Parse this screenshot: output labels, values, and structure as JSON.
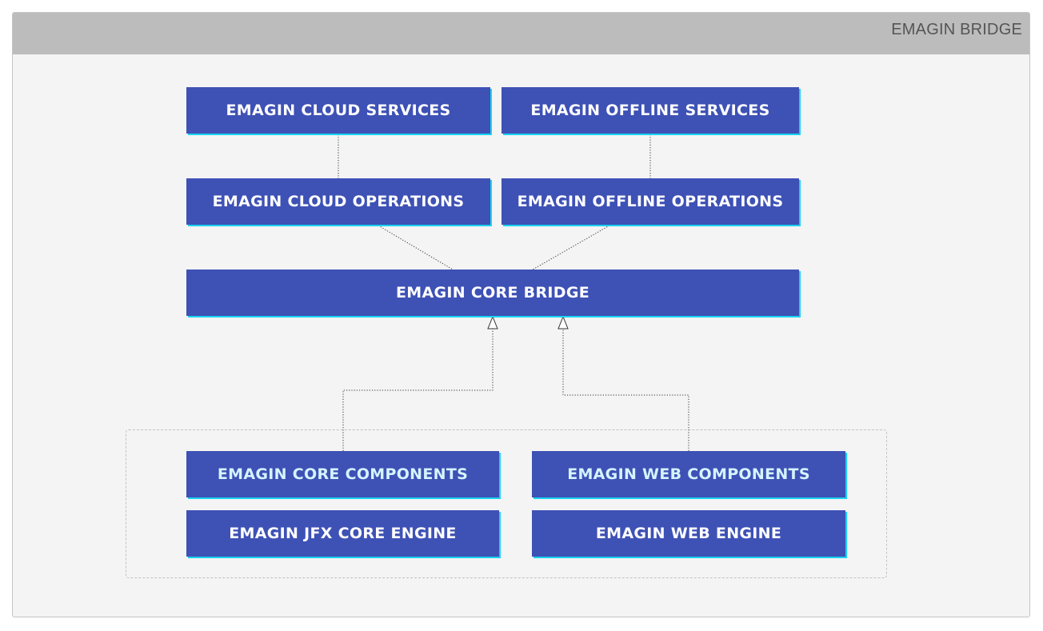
{
  "header": {
    "title": "EMAGIN BRIDGE"
  },
  "nodes": {
    "cloud_services": "EMAGIN CLOUD SERVICES",
    "offline_services": "EMAGIN OFFLINE SERVICES",
    "cloud_operations": "EMAGIN CLOUD OPERATIONS",
    "offline_operations": "EMAGIN OFFLINE OPERATIONS",
    "core_bridge": "EMAGIN CORE BRIDGE",
    "core_components": "EMAGIN CORE COMPONENTS",
    "web_components": "EMAGIN WEB COMPONENTS",
    "jfx_core_engine": "EMAGIN JFX CORE ENGINE",
    "web_engine": "EMAGIN WEB ENGINE"
  },
  "connections": [
    {
      "from": "EMAGIN CLOUD SERVICES",
      "to": "EMAGIN CLOUD OPERATIONS",
      "style": "dotted"
    },
    {
      "from": "EMAGIN OFFLINE SERVICES",
      "to": "EMAGIN OFFLINE OPERATIONS",
      "style": "dotted"
    },
    {
      "from": "EMAGIN CLOUD OPERATIONS",
      "to": "EMAGIN CORE BRIDGE",
      "style": "dotted"
    },
    {
      "from": "EMAGIN OFFLINE OPERATIONS",
      "to": "EMAGIN CORE BRIDGE",
      "style": "dotted"
    },
    {
      "from": "EMAGIN CORE COMPONENTS",
      "to": "EMAGIN CORE BRIDGE",
      "style": "dotted-arrow"
    },
    {
      "from": "EMAGIN WEB COMPONENTS",
      "to": "EMAGIN CORE BRIDGE",
      "style": "dotted-arrow"
    }
  ]
}
